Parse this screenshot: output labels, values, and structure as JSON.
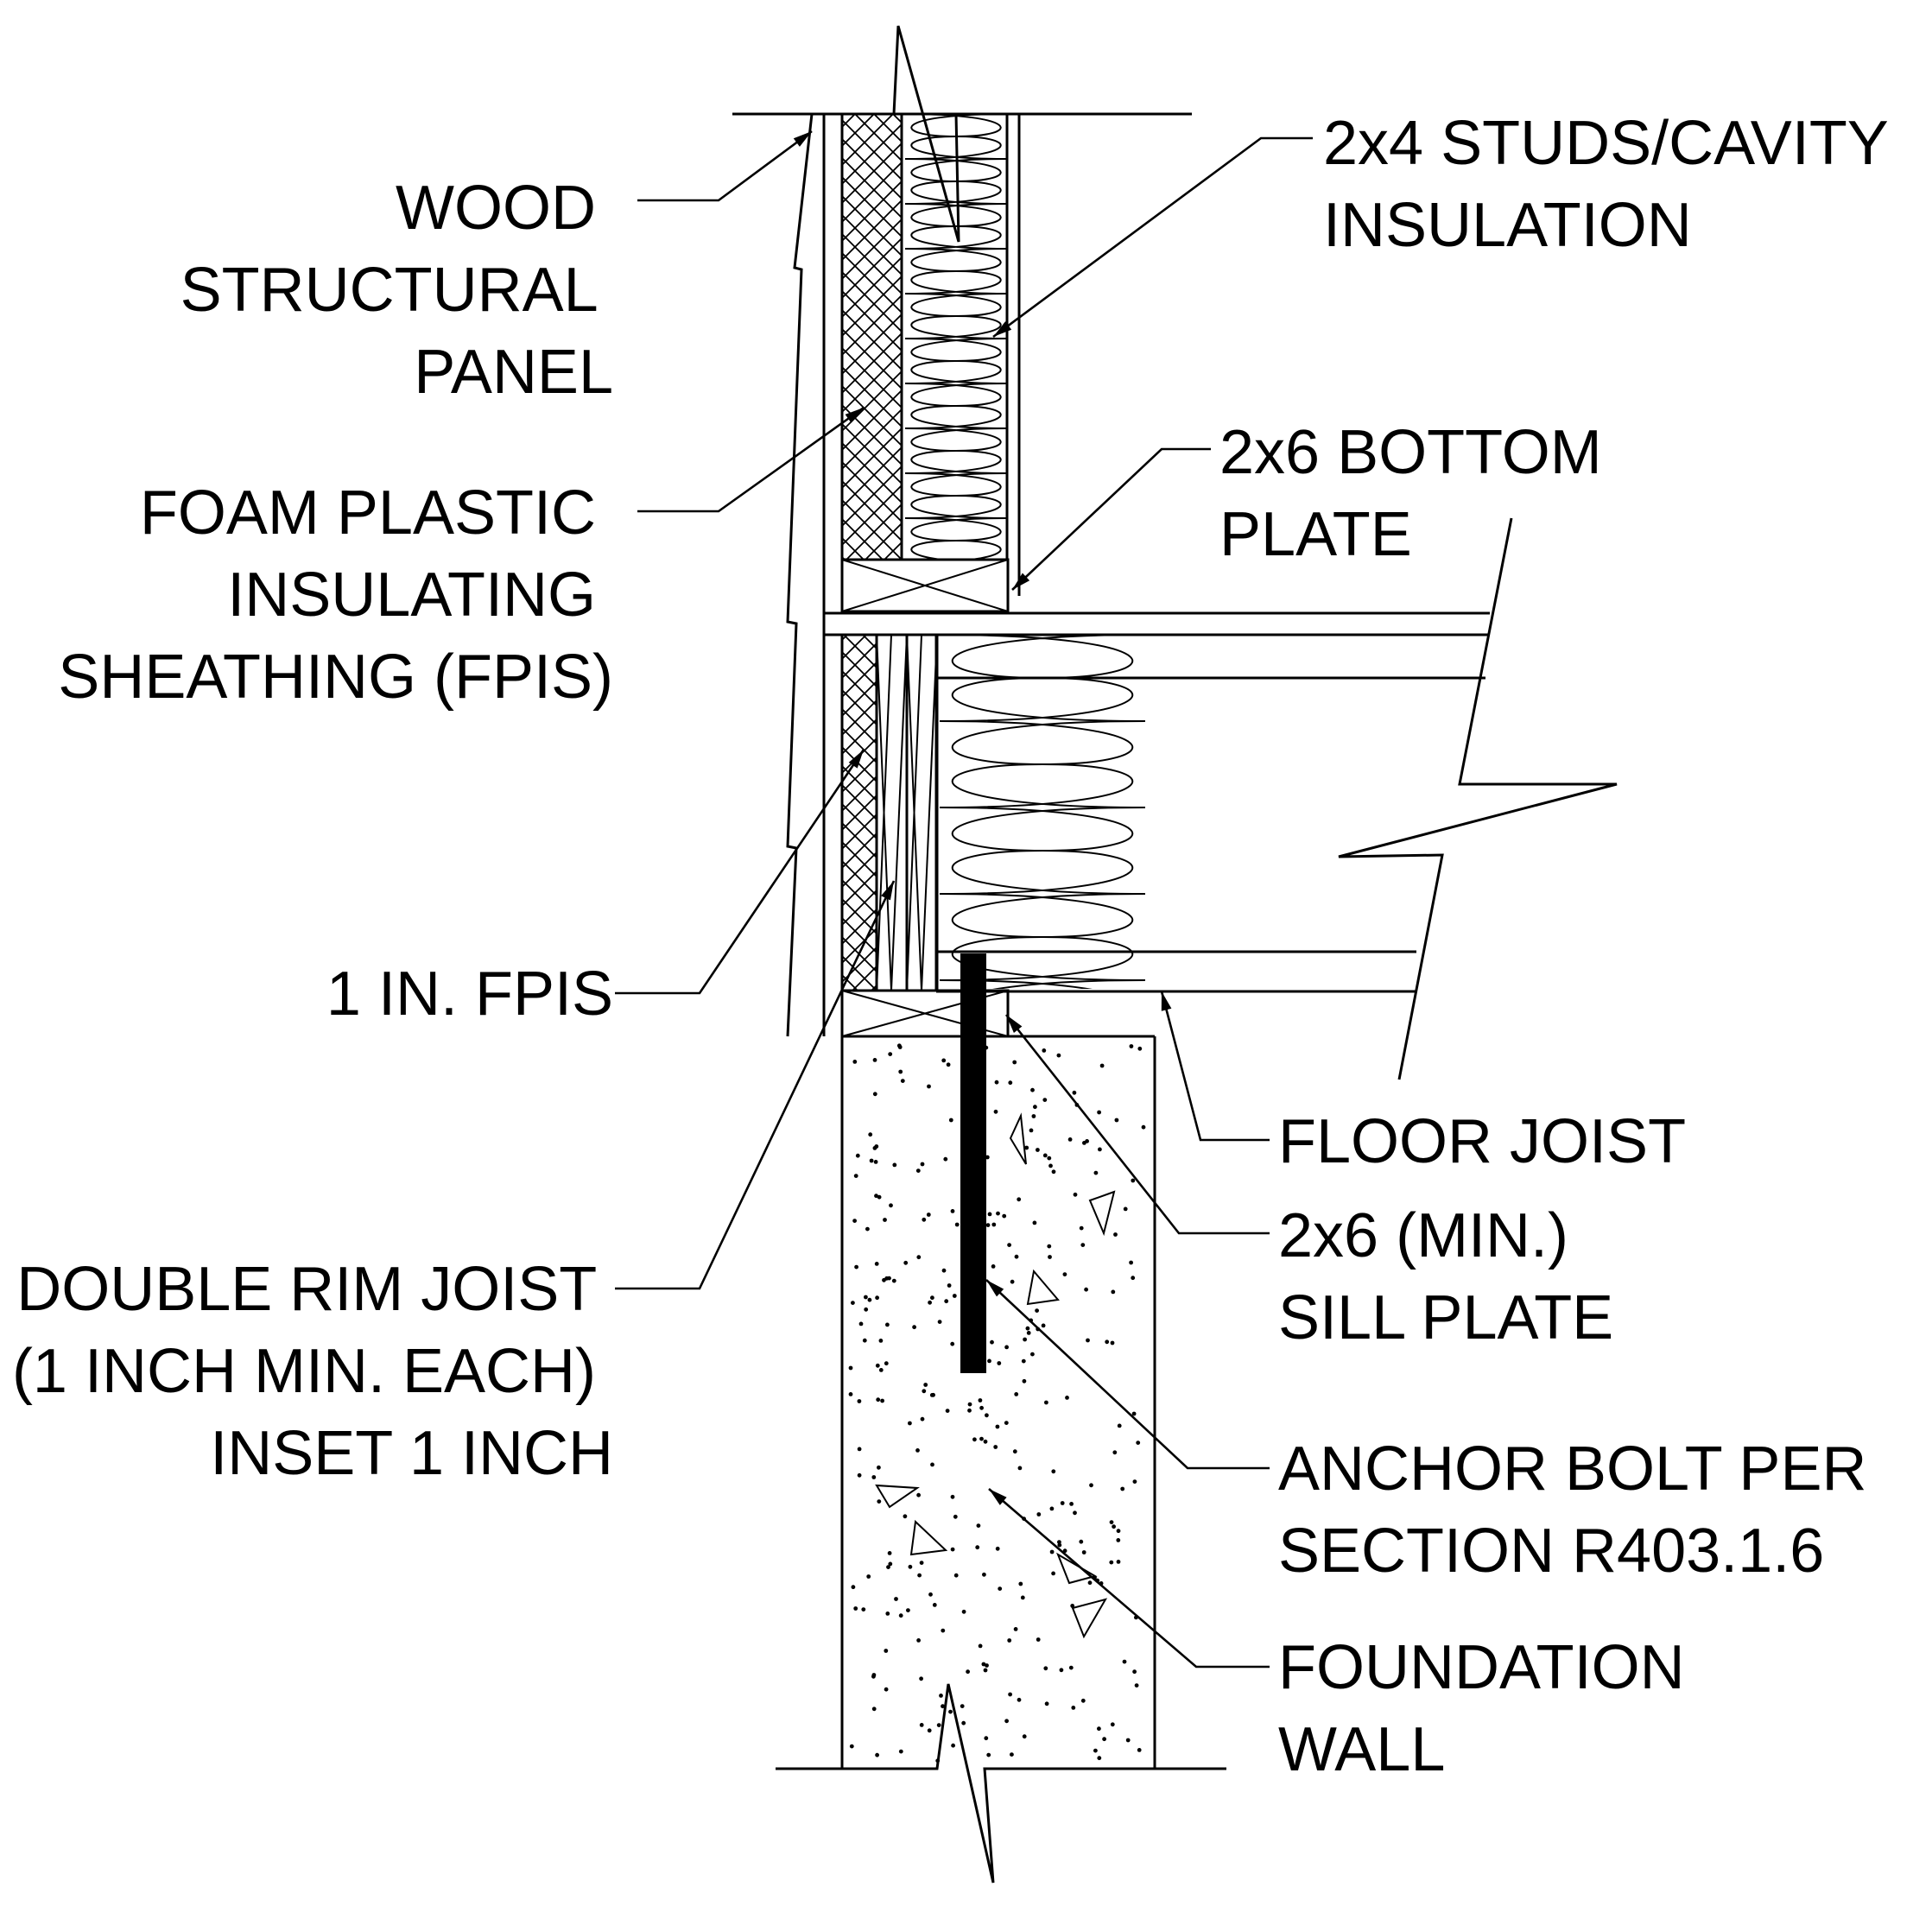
{
  "labels": {
    "wood_structural_panel": [
      "WOOD",
      "STRUCTURAL",
      "PANEL"
    ],
    "fpis": [
      "FOAM PLASTIC",
      "INSULATING",
      "SHEATHING (FPIS)"
    ],
    "one_in_fpis": [
      "1 IN. FPIS"
    ],
    "double_rim_joist": [
      "DOUBLE RIM JOIST",
      "(1 INCH MIN. EACH)",
      "INSET 1 INCH"
    ],
    "studs_cavity": [
      "2x4 STUDS/CAVITY",
      "INSULATION"
    ],
    "bottom_plate": [
      "2x6 BOTTOM",
      "PLATE"
    ],
    "floor_joist": [
      "FLOOR JOIST"
    ],
    "sill_plate": [
      "2x6 (MIN.)",
      "SILL PLATE"
    ],
    "anchor_bolt": [
      "ANCHOR BOLT PER",
      "SECTION R403.1.6"
    ],
    "foundation_wall": [
      "FOUNDATION",
      "WALL"
    ]
  },
  "colors": {
    "line": "#000000",
    "background": "#ffffff",
    "anchor_bolt": "#000000"
  }
}
